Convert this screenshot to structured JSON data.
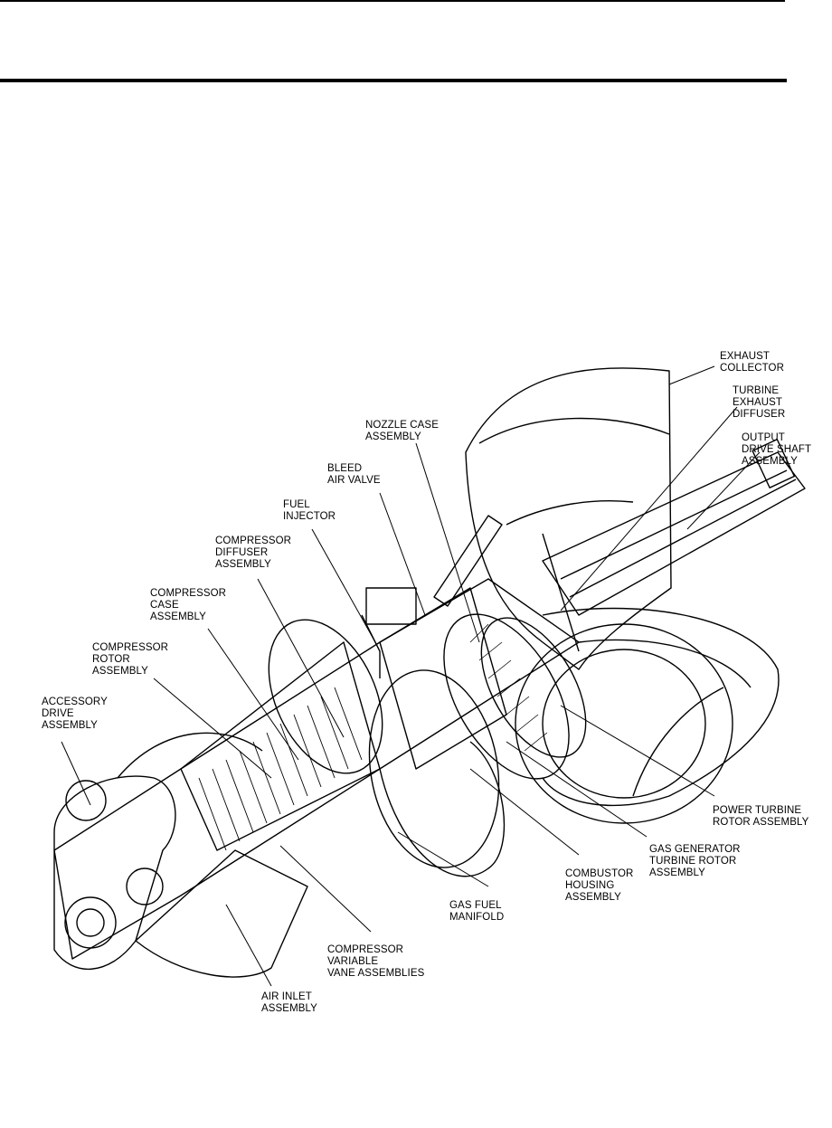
{
  "labels": {
    "exhaust_collector": "EXHAUST\nCOLLECTOR",
    "turbine_exhaust_diffuser": "TURBINE\nEXHAUST\nDIFFUSER",
    "output_drive_shaft_assembly": "OUTPUT\nDRIVE SHAFT\nASSEMBLY",
    "nozzle_case_assembly": "NOZZLE CASE\nASSEMBLY",
    "bleed_air_valve": "BLEED\nAIR VALVE",
    "fuel_injector": "FUEL\nINJECTOR",
    "compressor_diffuser_assembly": "COMPRESSOR\nDIFFUSER\nASSEMBLY",
    "compressor_case_assembly": "COMPRESSOR\nCASE\nASSEMBLY",
    "compressor_rotor_assembly": "COMPRESSOR\nROTOR\nASSEMBLY",
    "accessory_drive_assembly": "ACCESSORY\nDRIVE\nASSEMBLY",
    "power_turbine_rotor_assembly": "POWER TURBINE\nROTOR ASSEMBLY",
    "gas_generator_turbine_rotor_assembly": "GAS GENERATOR\nTURBINE ROTOR\nASSEMBLY",
    "combustor_housing_assembly": "COMBUSTOR\nHOUSING\nASSEMBLY",
    "gas_fuel_manifold": "GAS FUEL\nMANIFOLD",
    "compressor_variable_vane_assemblies": "COMPRESSOR\nVARIABLE\nVANE ASSEMBLIES",
    "air_inlet_assembly": "AIR INLET\nASSEMBLY"
  }
}
